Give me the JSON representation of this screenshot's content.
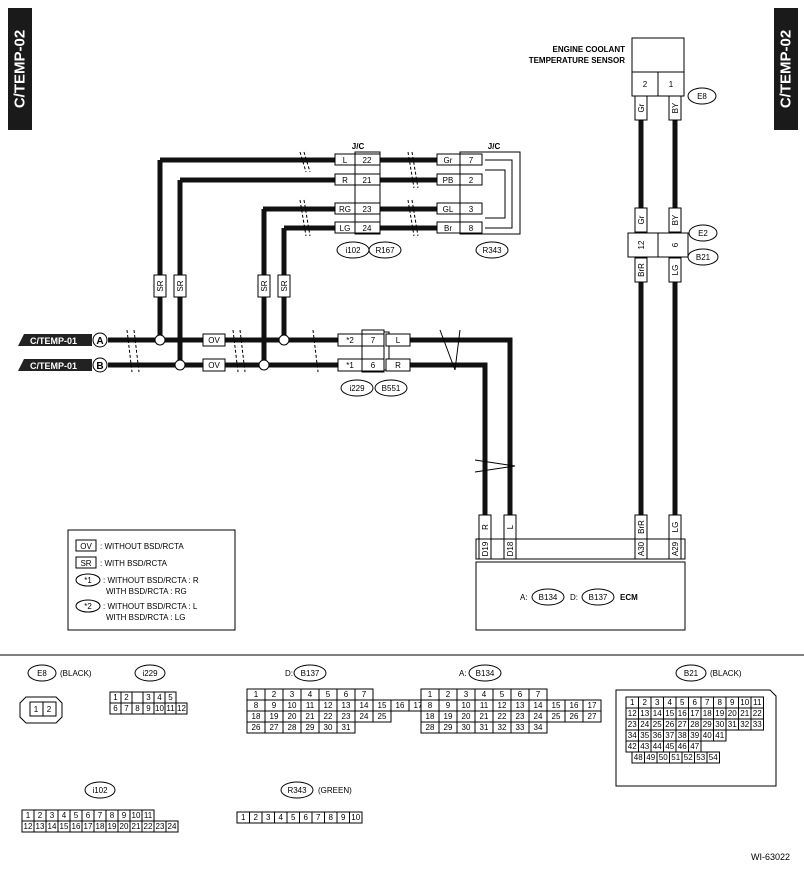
{
  "page_code": "C/TEMP-02",
  "sensor_label": [
    "ENGINE COOLANT",
    "TEMPERATURE SENSOR"
  ],
  "connectors": {
    "e8": "E8",
    "e2": "E2",
    "b21": "B21",
    "jc": "J/C",
    "i102": "i102",
    "r167": "R167",
    "r343": "R343",
    "i229": "i229",
    "b551": "B551",
    "b134": "B134",
    "b137": "B137"
  },
  "wires": {
    "left_top": [
      "L",
      "R",
      "RG",
      "LG"
    ],
    "jc_pins_left": [
      "22",
      "21",
      "23",
      "24"
    ],
    "right_top": [
      "Gr",
      "PB",
      "GL",
      "Br"
    ],
    "jc_pins_right": [
      "7",
      "2",
      "3",
      "8"
    ],
    "sensor_pins": [
      "2",
      "1"
    ],
    "sensor_wires": [
      "Gr",
      "BY"
    ],
    "e2_upper": [
      "Gr",
      "BY"
    ],
    "e2_pins": [
      "12",
      "6"
    ],
    "e2_lower": [
      "BrR",
      "LG"
    ],
    "i229_pins": [
      "7",
      "6"
    ],
    "i229_marks": [
      "*2",
      "*1"
    ],
    "i229_wires": [
      "L",
      "R"
    ],
    "ecm_wires": [
      "R",
      "L",
      "BrR",
      "LG"
    ],
    "ecm_pins": [
      "D19",
      "D18",
      "A30",
      "A29"
    ],
    "sr": "SR",
    "ov": "OV",
    "off_a": "C/TEMP-01",
    "off_b": "C/TEMP-01",
    "circle_a": "A",
    "circle_b": "B"
  },
  "ecm": {
    "label": "ECM",
    "prefix_a": "A:",
    "prefix_d": "D:"
  },
  "legend": {
    "ov_code": "OV",
    "ov_text": ": WITHOUT BSD/RCTA",
    "sr_code": "SR",
    "sr_text": ": WITH BSD/RCTA",
    "m1_code": "*1",
    "m1_line1": ": WITHOUT BSD/RCTA  : R",
    "m1_line2": "WITH BSD/RCTA  : RG",
    "m2_code": "*2",
    "m2_line1": ": WITHOUT BSD/RCTA  : L",
    "m2_line2": "WITH BSD/RCTA  : LG"
  },
  "views": {
    "e8": {
      "name": "E8",
      "color": "(BLACK)",
      "pins": [
        "1",
        "2"
      ]
    },
    "i229": {
      "name": "i229",
      "rows": [
        [
          "1",
          "2",
          "",
          "3",
          "4",
          "5"
        ],
        [
          "6",
          "7",
          "8",
          "9",
          "10",
          "11",
          "12"
        ]
      ]
    },
    "b137": {
      "prefix": "D:",
      "name": "B137",
      "rows": [
        [
          "1",
          "2",
          "3",
          "4",
          "5",
          "6",
          "7"
        ],
        [
          "8",
          "9",
          "10",
          "11",
          "12",
          "13",
          "14",
          "15",
          "16",
          "17"
        ],
        [
          "18",
          "19",
          "20",
          "21",
          "22",
          "23",
          "24",
          "25"
        ],
        [
          "26",
          "27",
          "28",
          "29",
          "30",
          "31"
        ]
      ]
    },
    "b134": {
      "prefix": "A:",
      "name": "B134",
      "rows": [
        [
          "1",
          "2",
          "3",
          "4",
          "5",
          "6",
          "7"
        ],
        [
          "8",
          "9",
          "10",
          "11",
          "12",
          "13",
          "14",
          "15",
          "16",
          "17"
        ],
        [
          "18",
          "19",
          "20",
          "21",
          "22",
          "23",
          "24",
          "25",
          "26",
          "27"
        ],
        [
          "28",
          "29",
          "30",
          "31",
          "32",
          "33",
          "34"
        ]
      ]
    },
    "b21": {
      "name": "B21",
      "color": "(BLACK)",
      "rows": [
        [
          "1",
          "2",
          "3",
          "4",
          "5",
          "6",
          "7",
          "8",
          "9",
          "10",
          "11"
        ],
        [
          "12",
          "13",
          "14",
          "15",
          "16",
          "17",
          "18",
          "19",
          "20",
          "21",
          "22"
        ],
        [
          "23",
          "24",
          "25",
          "26",
          "27",
          "28",
          "29",
          "30",
          "31",
          "32",
          "33"
        ],
        [
          "34",
          "35",
          "36",
          "37",
          "38",
          "39",
          "40",
          "41"
        ],
        [
          "42",
          "43",
          "44",
          "45",
          "46",
          "47"
        ],
        [
          "48",
          "49",
          "50",
          "51",
          "52",
          "53",
          "54"
        ]
      ]
    },
    "i102": {
      "name": "i102",
      "rows": [
        [
          "1",
          "2",
          "3",
          "4",
          "5",
          "6",
          "7",
          "8",
          "9",
          "10",
          "11"
        ],
        [
          "12",
          "13",
          "14",
          "15",
          "16",
          "17",
          "18",
          "19",
          "20",
          "21",
          "22",
          "23",
          "24"
        ]
      ]
    },
    "r343": {
      "name": "R343",
      "color": "(GREEN)",
      "rows": [
        [
          "1",
          "2",
          "3",
          "4",
          "5",
          "6",
          "7",
          "8",
          "9",
          "10"
        ]
      ]
    }
  },
  "figure_id": "WI-63022"
}
